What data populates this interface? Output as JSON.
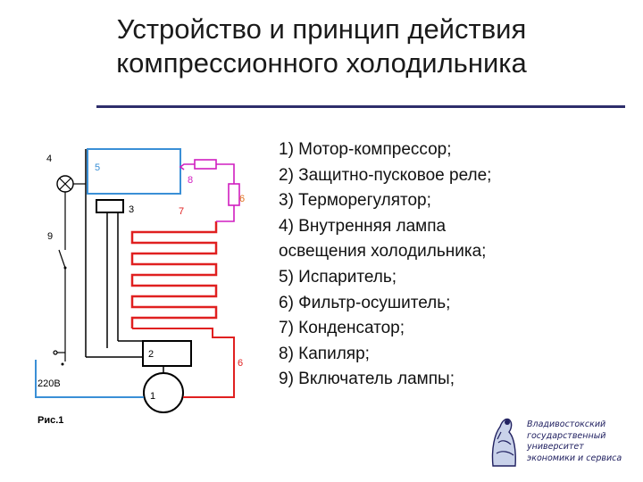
{
  "title": {
    "line1": "Устройство и принцип действия",
    "line2": "компрессионного холодильника"
  },
  "legend": [
    "1) Мотор-компрессор;",
    "2) Защитно-пусковое реле;",
    "3) Терморегулятор;",
    "4) Внутренняя лампа",
    "освещения холодильника;",
    "5) Испаритель;",
    "6) Фильтр-осушитель;",
    "7) Конденсатор;",
    "8) Капиляр;",
    "9) Включатель лампы;"
  ],
  "diagram": {
    "labels": {
      "n1": "1",
      "n2": "2",
      "n3": "3",
      "n4": "4",
      "n5": "5",
      "n6a": "6",
      "n6b": "6",
      "n7": "7",
      "n8": "8",
      "n9": "9"
    },
    "voltage": "220В",
    "figure_caption": "Рис.1",
    "colors": {
      "blue": "#3a8fd6",
      "red": "#e02020",
      "magenta": "#d01ec0",
      "black": "#000000",
      "orange_label": "#e07020"
    }
  },
  "logo": {
    "lines": [
      "Владивостокский",
      "государственный",
      "университет",
      "экономики и сервиса"
    ]
  }
}
